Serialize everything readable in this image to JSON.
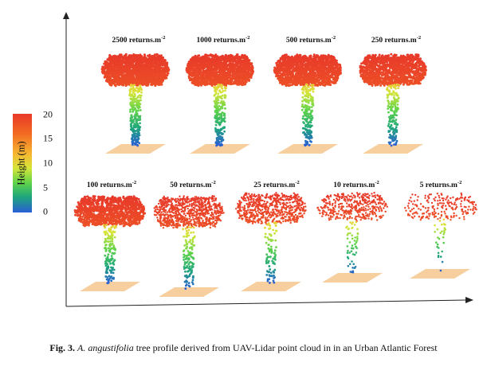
{
  "panels": [
    {
      "label": "2500 returns.m",
      "exp": "-2",
      "density": 1.0
    },
    {
      "label": "1000 returns.m",
      "exp": "-2",
      "density": 0.9
    },
    {
      "label": "500 returns.m",
      "exp": "-2",
      "density": 0.8
    },
    {
      "label": "250 returns.m",
      "exp": "-2",
      "density": 0.7
    },
    {
      "label": "100 returns.m",
      "exp": "-2",
      "density": 0.6
    },
    {
      "label": "50 returns.m",
      "exp": "-2",
      "density": 0.48
    },
    {
      "label": "25 returns.m",
      "exp": "-2",
      "density": 0.36
    },
    {
      "label": "10 returns.m",
      "exp": "-2",
      "density": 0.22
    },
    {
      "label": "5 returns.m",
      "exp": "-2",
      "density": 0.12
    }
  ],
  "colorbar": {
    "title": "Height (m)",
    "ticks": [
      "20",
      "15",
      "10",
      "5",
      "0"
    ],
    "colors": [
      "#2a5ed6",
      "#1ea67b",
      "#5fd34a",
      "#d6e53a",
      "#f7b531",
      "#f26a22",
      "#e83a2a"
    ]
  },
  "caption": {
    "fig": "Fig. 3.",
    "species": "A. angustifolia",
    "text": " tree profile derived from UAV-Lidar point cloud in in an Urban Atlantic Forest"
  },
  "colors": {
    "ground": "#f7cf9e",
    "axis": "#222222"
  }
}
